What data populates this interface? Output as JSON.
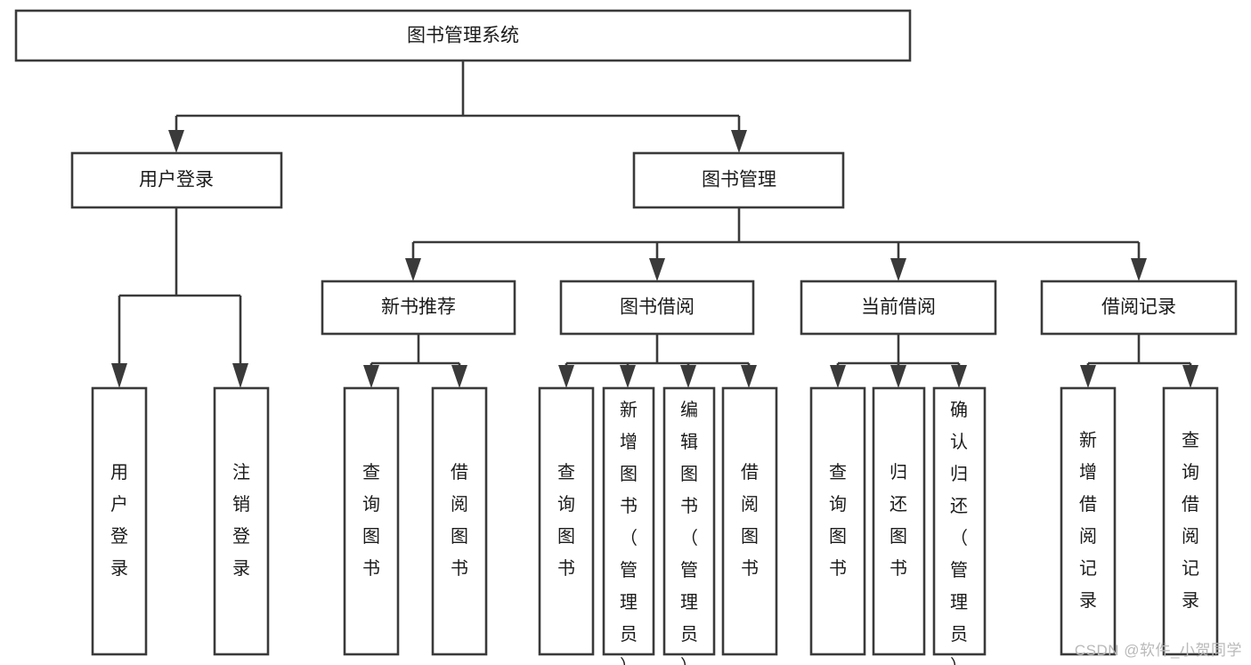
{
  "diagram": {
    "title": "图书管理系统",
    "watermark": "CSDN @软件_小贺同学",
    "accent_color": "#3a3a3a",
    "background_color": "#ffffff",
    "text_color": "#1b1b1b",
    "watermark_color": "#b9b9b9",
    "root": {
      "label": "图书管理系统"
    },
    "level2": [
      {
        "label": "用户登录"
      },
      {
        "label": "图书管理"
      }
    ],
    "level3": [
      {
        "label": "新书推荐"
      },
      {
        "label": "图书借阅"
      },
      {
        "label": "当前借阅"
      },
      {
        "label": "借阅记录"
      }
    ],
    "leaves": {
      "user_login": [
        {
          "label": "用户登录"
        },
        {
          "label": "注销登录"
        }
      ],
      "new_book": [
        {
          "label": "查询图书"
        },
        {
          "label": "借阅图书"
        }
      ],
      "book_borrow": [
        {
          "label": "查询图书"
        },
        {
          "label": "新增图书（管理员）"
        },
        {
          "label": "编辑图书（管理员）"
        },
        {
          "label": "借阅图书"
        }
      ],
      "current_borrow": [
        {
          "label": "查询图书"
        },
        {
          "label": "归还图书"
        },
        {
          "label": "确认归还（管理员）"
        }
      ],
      "borrow_record": [
        {
          "label": "新增借阅记录"
        },
        {
          "label": "查询借阅记录"
        }
      ]
    }
  }
}
